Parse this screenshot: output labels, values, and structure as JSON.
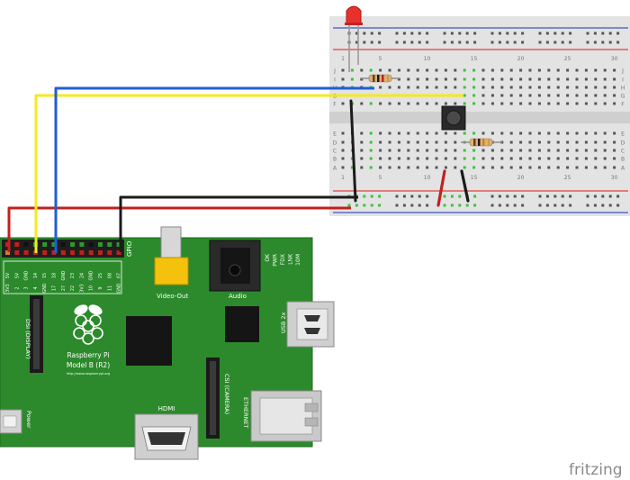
{
  "breadboard": {
    "row_letters_top": [
      "J",
      "I",
      "H",
      "G",
      "F"
    ],
    "row_letters_bottom": [
      "E",
      "D",
      "C",
      "B",
      "A"
    ],
    "column_numbers": [
      "1",
      "5",
      "10",
      "15",
      "20",
      "25",
      "30"
    ]
  },
  "pi": {
    "logo_line1": "Raspberry Pi",
    "logo_line2": "Model B (R2)",
    "logo_url": "http://www.raspberrypi.org",
    "gpio_label": "GPIO",
    "video_label": "Video-Out",
    "audio_label": "Audio",
    "usb_label": "USB 2x",
    "dsi_label": "DSI (DISPLAY)",
    "csi_label": "CSI (CAMERA)",
    "ethernet_label": "ETHERNET",
    "hdmi_label": "HDMI",
    "power_label": "Power",
    "status_leds": [
      "OK",
      "PWR",
      "FDX",
      "LNK",
      "10M"
    ],
    "header_top_labels": [
      "5V",
      "5V",
      "GND",
      "14",
      "15",
      "18",
      "GND",
      "23",
      "24",
      "GND",
      "25",
      "08",
      "07"
    ],
    "header_bottom_labels": [
      "3V3",
      "2",
      "3",
      "4",
      "GND",
      "17",
      "27",
      "22",
      "3V3",
      "10",
      "9",
      "11",
      "GND"
    ]
  },
  "watermark": "fritzing",
  "colors": {
    "wire_red": "#c0211f",
    "wire_black": "#1b1b1b",
    "wire_yellow": "#f3ea1d",
    "wire_blue": "#1f5fd6",
    "board_green": "#2c8a2c",
    "breadboard_body": "#e3e3e3",
    "rail_red": "#e2413b",
    "rail_blue": "#3a55c9"
  }
}
